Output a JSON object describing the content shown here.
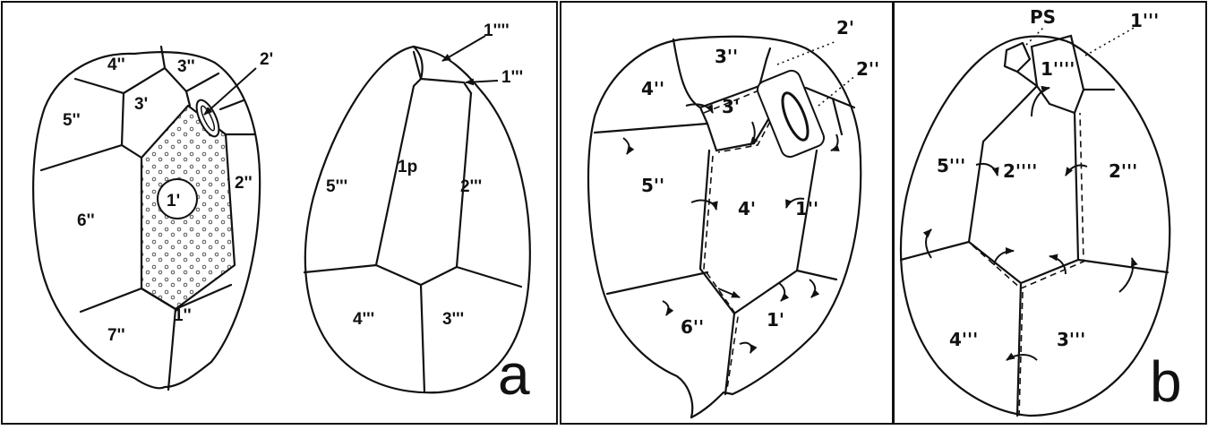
{
  "panel_a": {
    "ventral_labels": {
      "p4pp": "4''",
      "p3pp": "3''",
      "p2p": "2'",
      "p3p": "3'",
      "p5pp": "5''",
      "p1p": "1'",
      "p6pp": "6''",
      "p2pp": "2''",
      "p7pp": "7''",
      "p1pp": "1''"
    },
    "dorsal_labels": {
      "p1pppp": "1''''",
      "p1ppp": "1'''",
      "p5ppp": "5'''",
      "p1p_plate": "1p",
      "p2ppp": "2'''",
      "p4ppp": "4'''",
      "p3ppp": "3'''"
    },
    "letter": "a"
  },
  "panel_b": {
    "ventral_labels": {
      "p3pp": "3''",
      "p2p": "2'",
      "p2pp": "2''",
      "p4pp": "4''",
      "p3p": "3'",
      "p5pp": "5''",
      "p4p": "4'",
      "p1pp": "1''",
      "p6pp": "6''",
      "p1p": "1'"
    },
    "dorsal_labels": {
      "ps": "PS",
      "p1ppp": "1'''",
      "p1pppp": "1''''",
      "p5ppp": "5'''",
      "p2pppp": "2''''",
      "p2ppp": "2'''",
      "p4ppp": "4'''",
      "p3ppp": "3'''"
    },
    "letter": "b"
  }
}
